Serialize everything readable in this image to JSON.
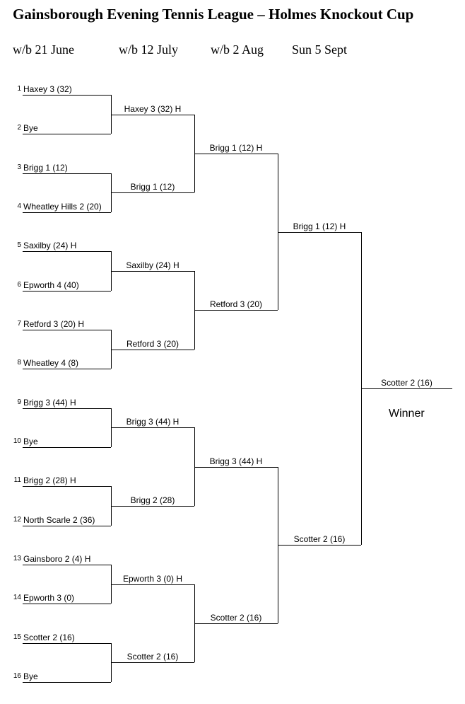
{
  "title": "Gainsborough Evening Tennis League – Holmes Knockout Cup",
  "rounds": [
    "w/b 21 June",
    "w/b 12 July",
    "w/b 2 Aug",
    "Sun 5 Sept"
  ],
  "round1": [
    {
      "num": "1",
      "team": "Haxey 3 (32)"
    },
    {
      "num": "2",
      "team": "Bye"
    },
    {
      "num": "3",
      "team": "Brigg 1 (12)"
    },
    {
      "num": "4",
      "team": "Wheatley Hills 2 (20)"
    },
    {
      "num": "5",
      "team": " Saxilby (24) H"
    },
    {
      "num": "6",
      "team": "Epworth 4 (40)"
    },
    {
      "num": "7",
      "team": " Retford 3 (20) H"
    },
    {
      "num": "8",
      "team": "Wheatley 4 (8)"
    },
    {
      "num": "9",
      "team": " Brigg 3 (44) H"
    },
    {
      "num": "10",
      "team": "Bye"
    },
    {
      "num": "11",
      "team": "Brigg 2 (28) H"
    },
    {
      "num": "12",
      "team": "North Scarle 2 (36)"
    },
    {
      "num": "13",
      "team": "Gainsboro 2 (4) H"
    },
    {
      "num": "14",
      "team": "Epworth 3 (0)"
    },
    {
      "num": "15",
      "team": "Scotter 2 (16)"
    },
    {
      "num": "16",
      "team": "Bye"
    }
  ],
  "round2": [
    "Haxey 3 (32) H",
    "Brigg 1 (12)",
    "Saxilby (24) H",
    "Retford 3 (20)",
    "Brigg 3 (44) H",
    "Brigg 2 (28)",
    "Epworth 3 (0) H",
    "Scotter 2 (16)"
  ],
  "round3": [
    "Brigg 1 (12) H",
    "Retford 3 (20)",
    "Brigg 3 (44) H",
    "Scotter 2 (16)"
  ],
  "round4": [
    "Brigg 1 (12) H",
    "Scotter 2 (16)"
  ],
  "final": "Scotter 2 (16)",
  "winner_label": "Winner"
}
